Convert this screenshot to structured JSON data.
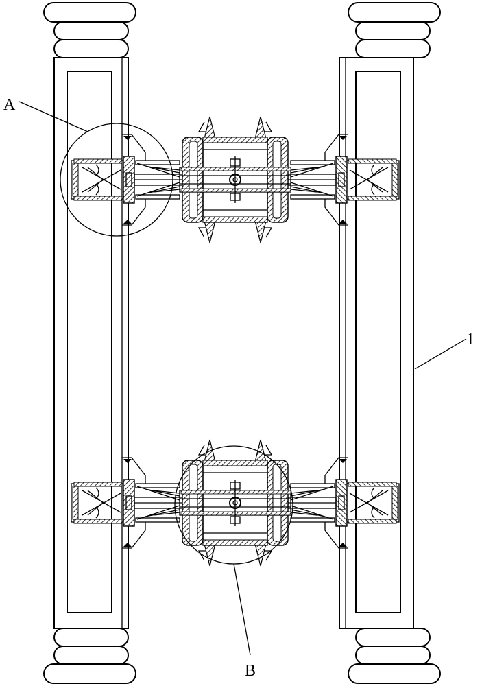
{
  "figure": {
    "labels": {
      "a": "A",
      "b": "B",
      "one": "1"
    },
    "colors": {
      "stroke": "#000000",
      "hatch": "#d9d9d9",
      "background": "#ffffff"
    }
  }
}
